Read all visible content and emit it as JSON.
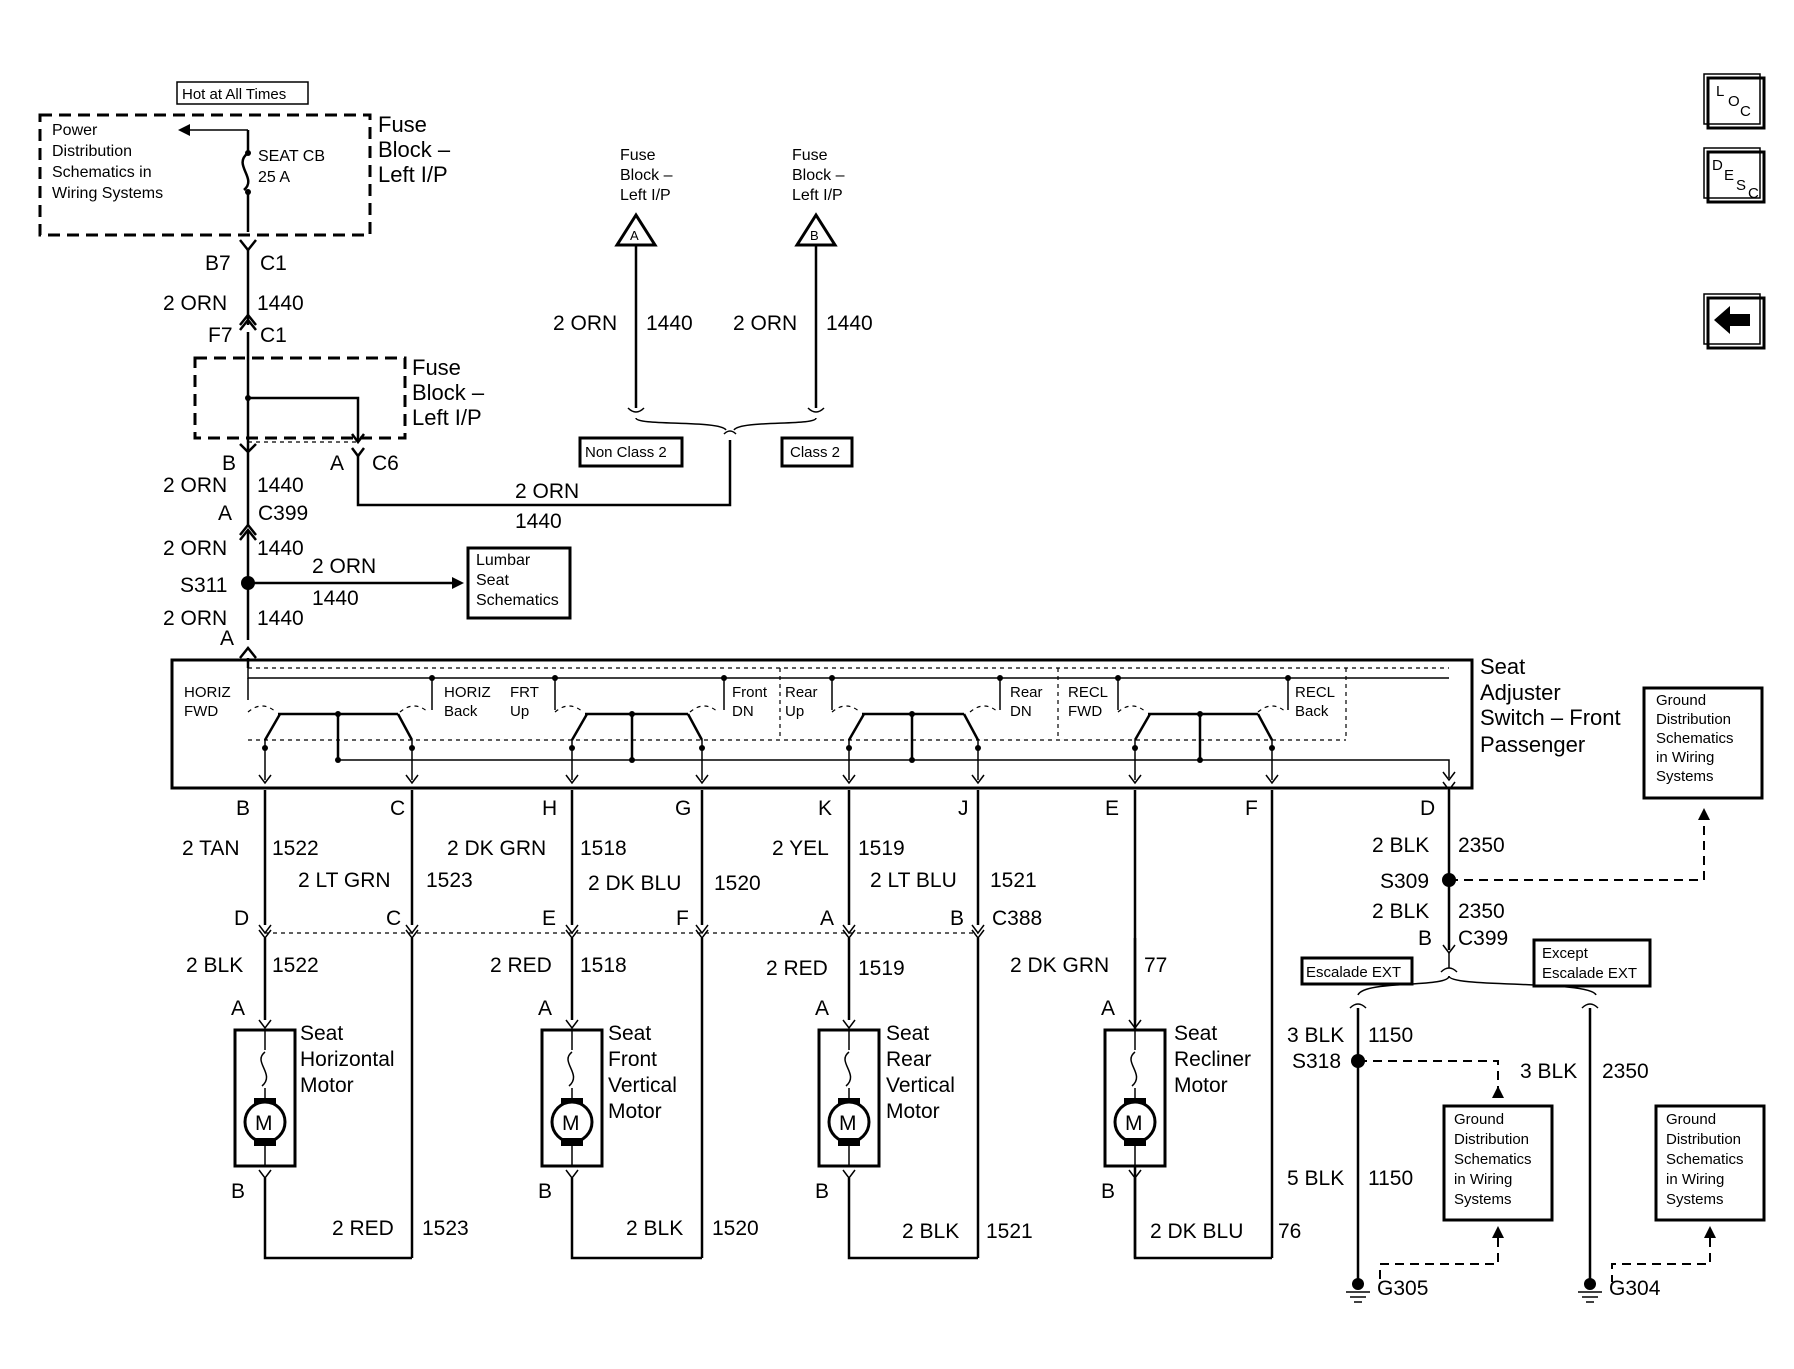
{
  "top": {
    "hot_at_all_times": "Hot at All Times",
    "power_dist": [
      "Power",
      "Distribution",
      "Schematics in",
      "Wiring Systems"
    ],
    "seat_cb": [
      "SEAT CB",
      "25 A"
    ],
    "fuse_block_1": [
      "Fuse",
      "Block –",
      "Left I/P"
    ],
    "b7": "B7",
    "c1a": "C1",
    "wire_2orn": "2 ORN",
    "circuit_1440": "1440",
    "f7": "F7",
    "c1b": "C1",
    "fuse_block_2": [
      "Fuse",
      "Block –",
      "Left I/P"
    ],
    "b_pin": "B",
    "a_pin": "A",
    "c6": "C6",
    "a_pin2": "A",
    "c399a": "C399",
    "s311": "S311",
    "lumbar": [
      "Lumbar",
      "Seat",
      "Schematics"
    ],
    "a_pin3": "A"
  },
  "mid": {
    "fuse_a": [
      "Fuse",
      "Block –",
      "Left I/P"
    ],
    "fuse_b": [
      "Fuse",
      "Block –",
      "Left I/P"
    ],
    "tri_a": "A",
    "tri_b": "B",
    "non_class2": "Non Class 2",
    "class2": "Class 2"
  },
  "switch": {
    "title": [
      "Seat",
      "Adjuster",
      "Switch – Front",
      "Passenger"
    ],
    "labels": [
      [
        "HORIZ",
        "FWD"
      ],
      [
        "HORIZ",
        "Back"
      ],
      [
        "FRT",
        "Up"
      ],
      [
        "Front",
        "DN"
      ],
      [
        "Rear",
        "Up"
      ],
      [
        "Rear",
        "DN"
      ],
      [
        "RECL",
        "FWD"
      ],
      [
        "RECL",
        "Back"
      ]
    ],
    "pins": [
      "B",
      "C",
      "H",
      "G",
      "K",
      "J",
      "E",
      "F",
      "D"
    ]
  },
  "wires_upper": [
    {
      "color": "2 TAN",
      "num": "1522"
    },
    {
      "color": "2 LT GRN",
      "num": "1523"
    },
    {
      "color": "2 DK GRN",
      "num": "1518"
    },
    {
      "color": "2 DK BLU",
      "num": "1520"
    },
    {
      "color": "2 YEL",
      "num": "1519"
    },
    {
      "color": "2 LT BLU",
      "num": "1521"
    }
  ],
  "c388": {
    "pins": [
      "D",
      "C",
      "E",
      "F",
      "A",
      "B"
    ],
    "name": "C388"
  },
  "wires_lower": [
    {
      "color": "2 BLK",
      "num": "1522"
    },
    {
      "color": "2 RED",
      "num": "1518"
    },
    {
      "color": "2 RED",
      "num": "1519"
    },
    {
      "color": "2 DK GRN",
      "num": "77"
    }
  ],
  "motors": [
    {
      "name": [
        "Seat",
        "Horizontal",
        "Motor"
      ],
      "pin_a": "A",
      "pin_b": "B",
      "symbol": "M"
    },
    {
      "name": [
        "Seat",
        "Front",
        "Vertical",
        "Motor"
      ],
      "pin_a": "A",
      "pin_b": "B",
      "symbol": "M"
    },
    {
      "name": [
        "Seat",
        "Rear",
        "Vertical",
        "Motor"
      ],
      "pin_a": "A",
      "pin_b": "B",
      "symbol": "M"
    },
    {
      "name": [
        "Seat",
        "Recliner",
        "Motor"
      ],
      "pin_a": "A",
      "pin_b": "B",
      "symbol": "M"
    }
  ],
  "wires_return": [
    {
      "color": "2 RED",
      "num": "1523"
    },
    {
      "color": "2 BLK",
      "num": "1520"
    },
    {
      "color": "2 BLK",
      "num": "1521"
    },
    {
      "color": "2 DK BLU",
      "num": "76"
    }
  ],
  "ground": {
    "gd1": [
      "Ground",
      "Distribution",
      "Schematics",
      "in Wiring",
      "Systems"
    ],
    "d_blk": "2 BLK",
    "d_num": "2350",
    "s309": "S309",
    "d_blk2": "2 BLK",
    "d_num2": "2350",
    "b_pin": "B",
    "c399": "C399",
    "escalade": "Escalade EXT",
    "except": [
      "Except",
      "Escalade EXT"
    ],
    "blk3": "3 BLK",
    "n1150": "1150",
    "s318": "S318",
    "blk3b": "3 BLK",
    "n2350": "2350",
    "gd2": [
      "Ground",
      "Distribution",
      "Schematics",
      "in Wiring",
      "Systems"
    ],
    "gd3": [
      "Ground",
      "Distribution",
      "Schematics",
      "in Wiring",
      "Systems"
    ],
    "blk5": "5 BLK",
    "n1150b": "1150",
    "g305": "G305",
    "g304": "G304"
  },
  "nav": {
    "loc": [
      "L",
      "O",
      "C"
    ],
    "desc": [
      "D",
      "E",
      "S",
      "C"
    ],
    "back": "back-arrow-icon"
  }
}
